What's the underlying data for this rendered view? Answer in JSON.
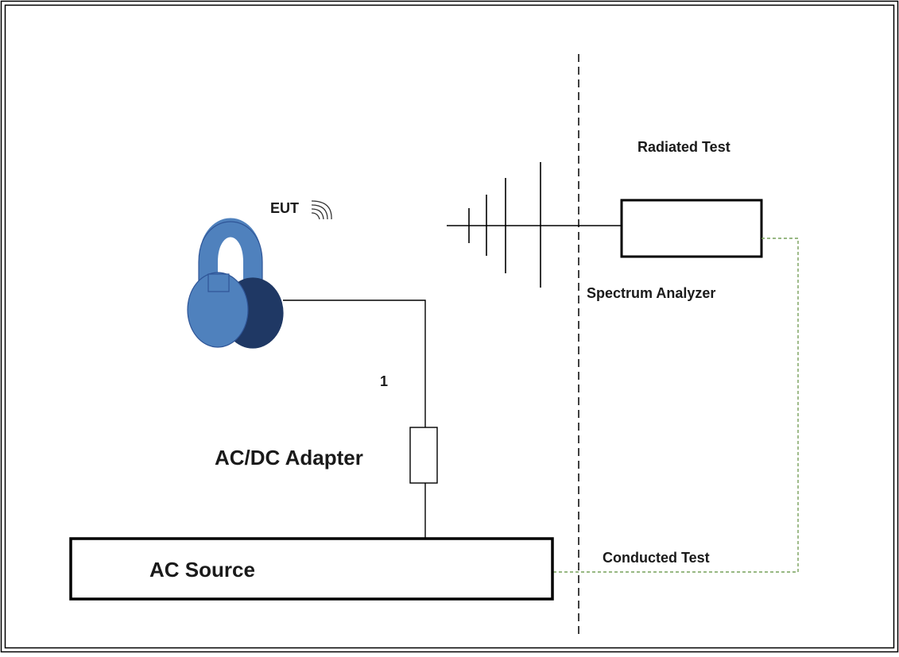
{
  "labels": {
    "radiated_test": "Radiated Test",
    "eut": "EUT",
    "spectrum_analyzer": "Spectrum Analyzer",
    "cable_number": "1",
    "adapter": "AC/DC Adapter",
    "conducted_test": "Conducted Test",
    "ac_source": "AC Source"
  },
  "icons": {
    "eut": "headphones-icon",
    "wireless": "wireless-signal-icon",
    "antenna": "log-periodic-antenna-icon"
  },
  "colors": {
    "headphone_light": "#4f81bd",
    "headphone_dark": "#1f3864",
    "conducted_line": "#77a05a",
    "line": "#000000"
  }
}
